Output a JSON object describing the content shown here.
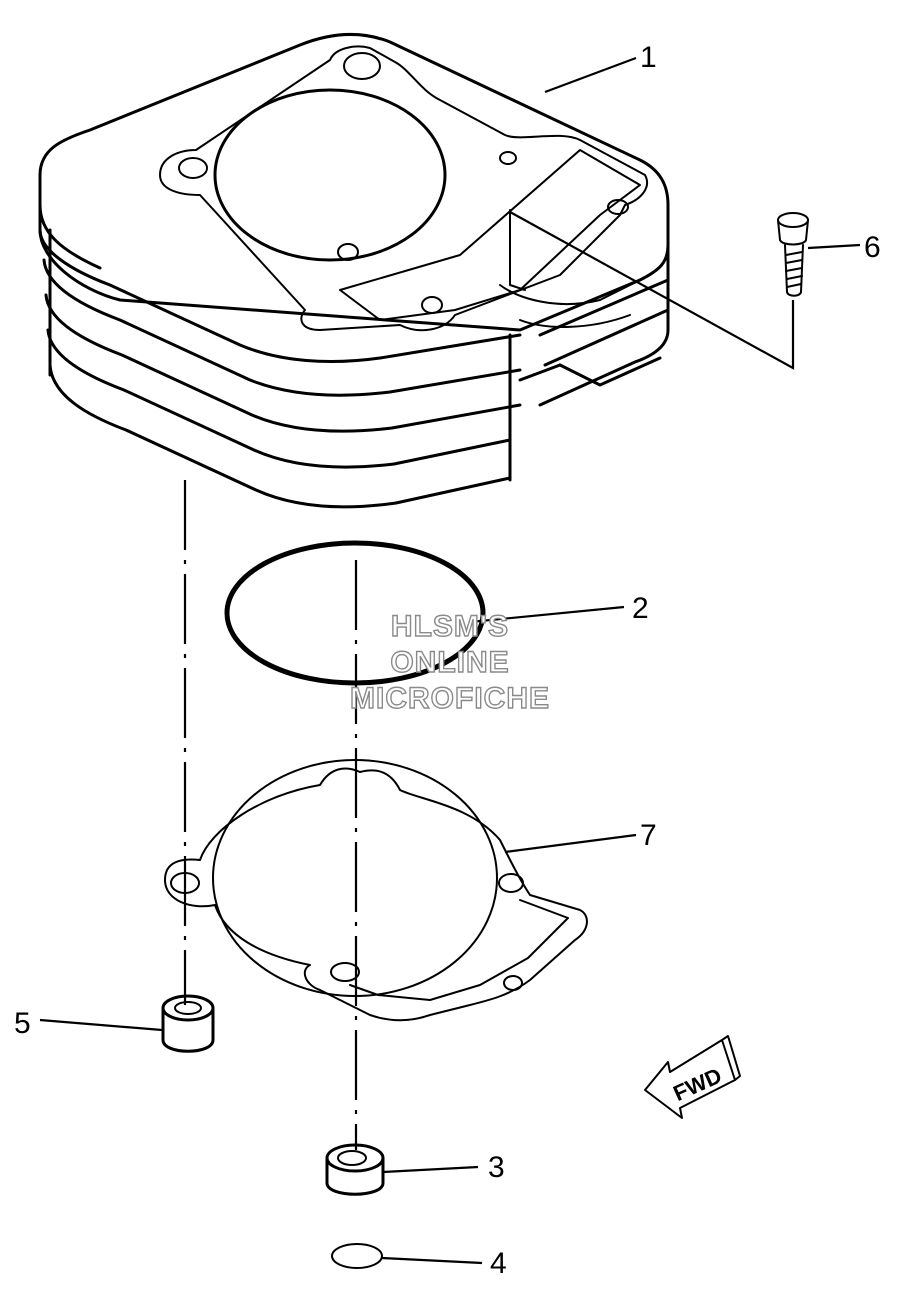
{
  "callouts": [
    {
      "id": "1",
      "label": "1"
    },
    {
      "id": "2",
      "label": "2"
    },
    {
      "id": "3",
      "label": "3"
    },
    {
      "id": "4",
      "label": "4"
    },
    {
      "id": "5",
      "label": "5"
    },
    {
      "id": "6",
      "label": "6"
    },
    {
      "id": "7",
      "label": "7"
    }
  ],
  "watermark": {
    "line1": "HLSM'S",
    "line2": "ONLINE",
    "line3": "MICROFICHE"
  },
  "direction_marker": {
    "label": "FWD"
  }
}
